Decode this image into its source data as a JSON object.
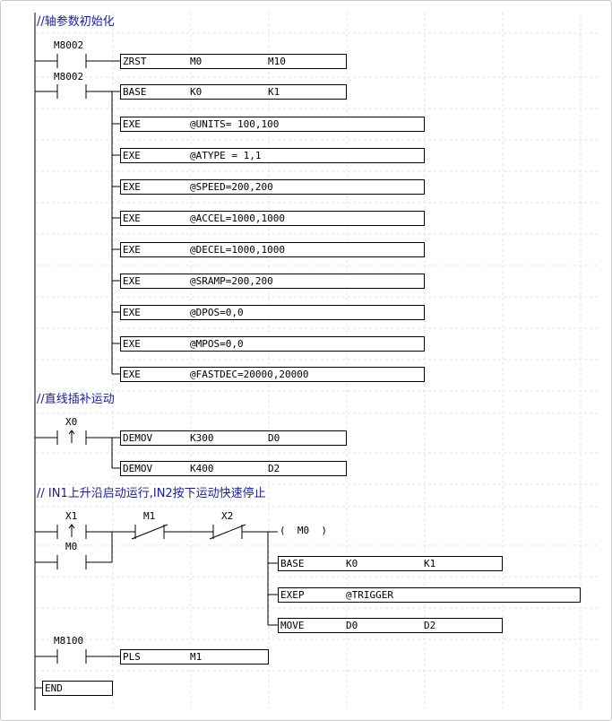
{
  "comments": {
    "c1": "//轴参数初始化",
    "c2": "//直线插补运动",
    "c3": "// IN1上升沿启动运行,IN2按下运动快速停止"
  },
  "contacts": {
    "m8002a": "M8002",
    "m8002b": "M8002",
    "x0": "X0",
    "x1": "X1",
    "m1": "M1",
    "x2": "X2",
    "m0": "M0",
    "m8100": "M8100"
  },
  "rung1": {
    "zrst": {
      "op": "ZRST",
      "a": "M0",
      "b": "M10"
    }
  },
  "rung2": {
    "base": {
      "op": "BASE",
      "a": "K0",
      "b": "K1"
    },
    "exe": [
      {
        "op": "EXE",
        "a": "@UNITS= 100,100"
      },
      {
        "op": "EXE",
        "a": "@ATYPE = 1,1"
      },
      {
        "op": "EXE",
        "a": "@SPEED=200,200"
      },
      {
        "op": "EXE",
        "a": "@ACCEL=1000,1000"
      },
      {
        "op": "EXE",
        "a": "@DECEL=1000,1000"
      },
      {
        "op": "EXE",
        "a": "@SRAMP=200,200"
      },
      {
        "op": "EXE",
        "a": "@DPOS=0,0"
      },
      {
        "op": "EXE",
        "a": "@MPOS=0,0"
      },
      {
        "op": "EXE",
        "a": "@FASTDEC=20000,20000"
      }
    ]
  },
  "rung3": {
    "demov1": {
      "op": "DEMOV",
      "a": "K300",
      "b": "D0"
    },
    "demov2": {
      "op": "DEMOV",
      "a": "K400",
      "b": "D2"
    }
  },
  "rung4": {
    "coil": "(  M0  )",
    "base": {
      "op": "BASE",
      "a": "K0",
      "b": "K1"
    },
    "exep": {
      "op": "EXEP",
      "a": "@TRIGGER"
    },
    "move": {
      "op": "MOVE",
      "a": "D0",
      "b": "D2"
    }
  },
  "rung5": {
    "pls": {
      "op": "PLS",
      "a": "M1"
    }
  },
  "end": {
    "op": "END"
  },
  "colors": {
    "comment": "#1a1aa6",
    "grid": "#e6e6e6",
    "line": "#000000"
  }
}
